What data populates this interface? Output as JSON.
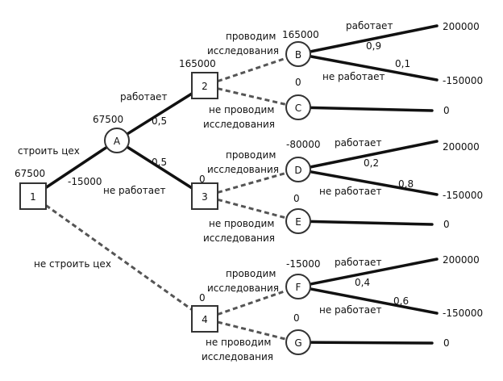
{
  "nodes": [
    {
      "id": "1",
      "shape": "square",
      "label": "1",
      "value": "67500"
    },
    {
      "id": "A",
      "shape": "circle",
      "label": "A",
      "value": "67500"
    },
    {
      "id": "2",
      "shape": "square",
      "label": "2",
      "value": "165000"
    },
    {
      "id": "3",
      "shape": "square",
      "label": "3",
      "value": "0"
    },
    {
      "id": "4",
      "shape": "square",
      "label": "4",
      "value": "0"
    },
    {
      "id": "B",
      "shape": "circle",
      "label": "B",
      "value": "165000"
    },
    {
      "id": "C",
      "shape": "circle",
      "label": "C",
      "value": "0"
    },
    {
      "id": "D",
      "shape": "circle",
      "label": "D",
      "value": "-80000"
    },
    {
      "id": "E",
      "shape": "circle",
      "label": "E",
      "value": "0"
    },
    {
      "id": "F",
      "shape": "circle",
      "label": "F",
      "value": "-15000"
    },
    {
      "id": "G",
      "shape": "circle",
      "label": "G",
      "value": "0"
    }
  ],
  "edges": [
    {
      "from": "1",
      "to": "A",
      "style": "solid",
      "label": "строить цех",
      "cost": "-15000"
    },
    {
      "from": "1",
      "to": "4",
      "style": "dashed",
      "label": "не строить цех"
    },
    {
      "from": "A",
      "to": "2",
      "style": "solid",
      "label": "работает",
      "prob": "0,5"
    },
    {
      "from": "A",
      "to": "3",
      "style": "solid",
      "label": "не работает",
      "prob": "0,5"
    },
    {
      "from": "2",
      "to": "B",
      "style": "dashed",
      "label": "проводим исследования"
    },
    {
      "from": "2",
      "to": "C",
      "style": "dashed",
      "label": "не проводим исследования"
    },
    {
      "from": "3",
      "to": "D",
      "style": "dashed",
      "label": "проводим исследования"
    },
    {
      "from": "3",
      "to": "E",
      "style": "dashed",
      "label": "не проводим исследования"
    },
    {
      "from": "4",
      "to": "F",
      "style": "dashed",
      "label": "проводим исследования"
    },
    {
      "from": "4",
      "to": "G",
      "style": "dashed",
      "label": "не проводим исследования"
    },
    {
      "from": "B",
      "to": "outcome",
      "style": "solid",
      "label": "работает",
      "prob": "0,9",
      "payoff": "200000"
    },
    {
      "from": "B",
      "to": "outcome",
      "style": "solid",
      "label": "не работает",
      "prob": "0,1",
      "payoff": "-150000"
    },
    {
      "from": "C",
      "to": "outcome",
      "style": "solid",
      "payoff": "0"
    },
    {
      "from": "D",
      "to": "outcome",
      "style": "solid",
      "label": "работает",
      "prob": "0,2",
      "payoff": "200000"
    },
    {
      "from": "D",
      "to": "outcome",
      "style": "solid",
      "label": "не работает",
      "prob": "0,8",
      "payoff": "-150000"
    },
    {
      "from": "E",
      "to": "outcome",
      "style": "solid",
      "payoff": "0"
    },
    {
      "from": "F",
      "to": "outcome",
      "style": "solid",
      "label": "работает",
      "prob": "0,4",
      "payoff": "200000"
    },
    {
      "from": "F",
      "to": "outcome",
      "style": "solid",
      "label": "не работает",
      "prob": "0,6",
      "payoff": "-150000"
    },
    {
      "from": "G",
      "to": "outcome",
      "style": "solid",
      "payoff": "0"
    }
  ]
}
